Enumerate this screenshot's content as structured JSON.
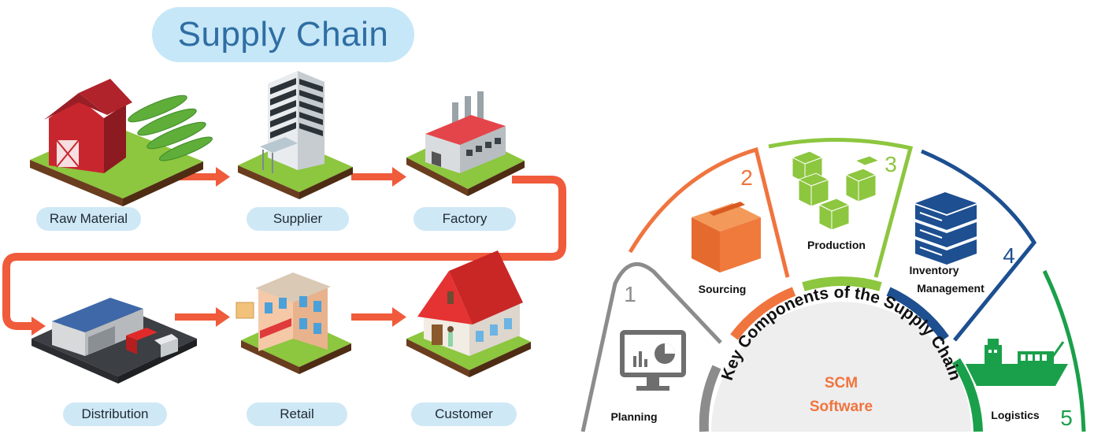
{
  "left": {
    "title": "Supply Chain",
    "stages": [
      {
        "label": "Raw Material",
        "icon": "barn-icon"
      },
      {
        "label": "Supplier",
        "icon": "office-building-icon"
      },
      {
        "label": "Factory",
        "icon": "factory-icon"
      },
      {
        "label": "Distribution",
        "icon": "warehouse-icon"
      },
      {
        "label": "Retail",
        "icon": "retail-store-icon"
      },
      {
        "label": "Customer",
        "icon": "house-icon"
      }
    ],
    "colors": {
      "title_pill": "#c6e7f7",
      "title_text": "#2f6ea4",
      "arrow": "#ef5b3b",
      "grass": "#8dc63f"
    }
  },
  "right": {
    "arc_title": "Key Components of the Supply Chain",
    "center_line1": "SCM",
    "center_line2": "Software",
    "components": [
      {
        "number": "1",
        "label": "Planning",
        "color": "#8c8c8c",
        "icon": "monitor-chart-icon"
      },
      {
        "number": "2",
        "label": "Sourcing",
        "color": "#f0743e",
        "icon": "box-icon"
      },
      {
        "number": "3",
        "label": "Production",
        "color": "#8dc63f",
        "icon": "boxes-icon"
      },
      {
        "number": "4",
        "label_line1": "Inventory",
        "label_line2": "Management",
        "color": "#1d4f91",
        "icon": "server-rack-icon"
      },
      {
        "number": "5",
        "label": "Logistics",
        "color": "#1aa04a",
        "icon": "cargo-ship-icon"
      }
    ]
  }
}
